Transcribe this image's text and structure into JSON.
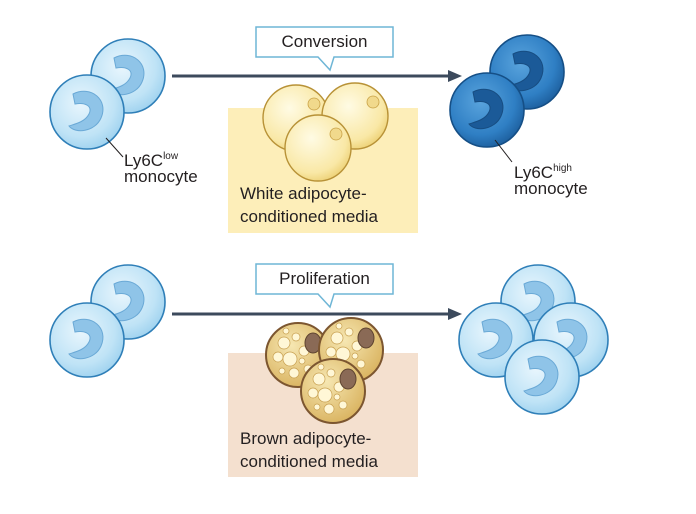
{
  "top_row": {
    "process_label": "Conversion",
    "left_cell_label": {
      "name": "Ly6C",
      "superscript": "low",
      "line2": "monocyte"
    },
    "right_cell_label": {
      "name": "Ly6C",
      "superscript": "high",
      "line2": "monocyte"
    },
    "media_label": {
      "line1": "White adipocyte-",
      "line2": "conditioned media"
    }
  },
  "bottom_row": {
    "process_label": "Proliferation",
    "media_label": {
      "line1": "Brown adipocyte-",
      "line2": "conditioned media"
    }
  },
  "colors": {
    "light_monocyte_fill": "#bfe3f6",
    "light_monocyte_stroke": "#2f7fb8",
    "dark_monocyte_fill": "#2a78bd",
    "white_media_panel": "#fdeeb9",
    "brown_media_panel": "#f4e0cf",
    "arrow": "#3c4a5c",
    "callout_border": "#6fb6d6"
  }
}
